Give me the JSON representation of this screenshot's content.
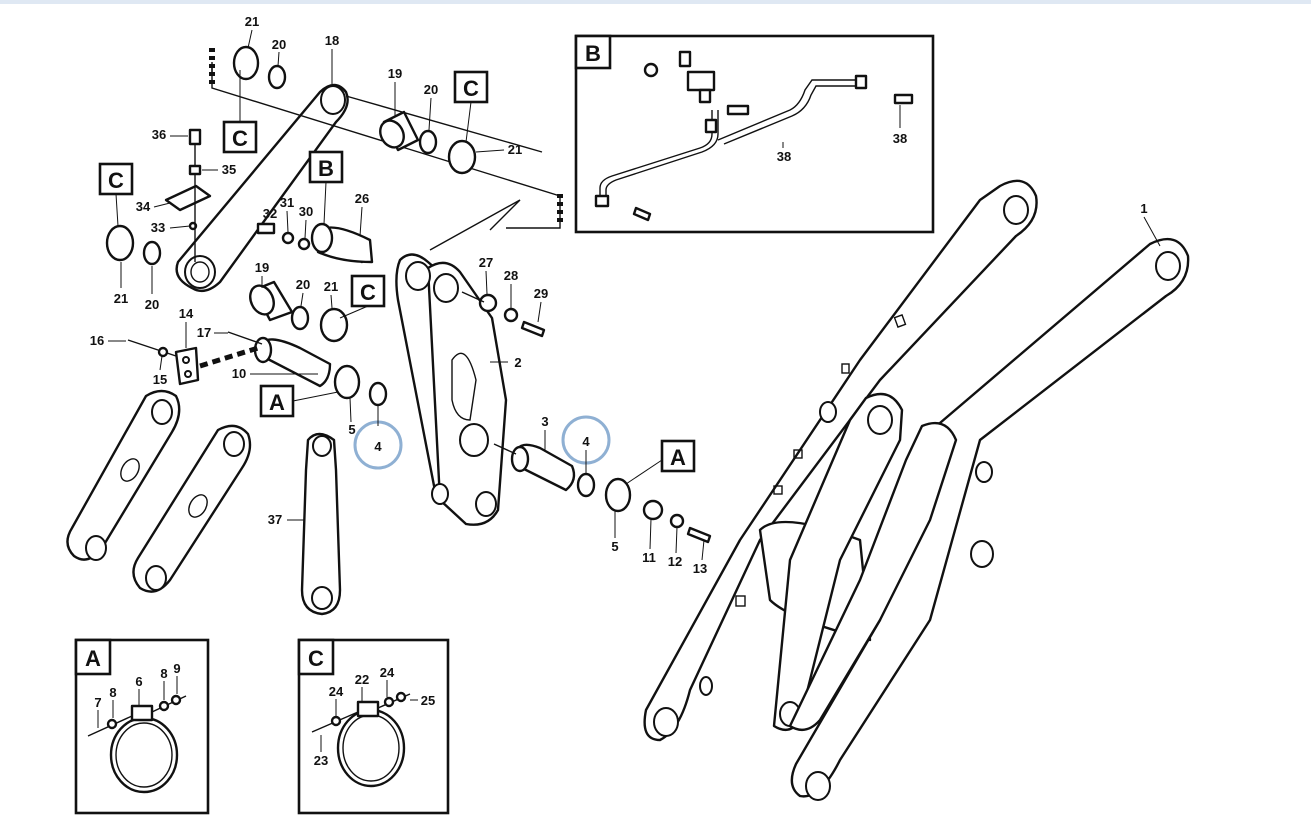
{
  "colors": {
    "line": "#111111",
    "background": "#ffffff",
    "highlight": "#8fb0d3",
    "topbar": "#dfe8f3"
  },
  "detail_labels": {
    "a": "A",
    "b": "B",
    "c": "C"
  },
  "callouts": [
    {
      "id": "c21a",
      "text": "21"
    },
    {
      "id": "c20a",
      "text": "20"
    },
    {
      "id": "c18",
      "text": "18"
    },
    {
      "id": "c19a",
      "text": "19"
    },
    {
      "id": "c20b",
      "text": "20"
    },
    {
      "id": "c21b",
      "text": "21"
    },
    {
      "id": "c36",
      "text": "36"
    },
    {
      "id": "c35",
      "text": "35"
    },
    {
      "id": "c34",
      "text": "34"
    },
    {
      "id": "c33",
      "text": "33"
    },
    {
      "id": "c21c",
      "text": "21"
    },
    {
      "id": "c20c",
      "text": "20"
    },
    {
      "id": "c32",
      "text": "32"
    },
    {
      "id": "c31",
      "text": "31"
    },
    {
      "id": "c30",
      "text": "30"
    },
    {
      "id": "c26",
      "text": "26"
    },
    {
      "id": "c19b",
      "text": "19"
    },
    {
      "id": "c20d",
      "text": "20"
    },
    {
      "id": "c21d",
      "text": "21"
    },
    {
      "id": "c27",
      "text": "27"
    },
    {
      "id": "c28",
      "text": "28"
    },
    {
      "id": "c29",
      "text": "29"
    },
    {
      "id": "c2",
      "text": "2"
    },
    {
      "id": "c14",
      "text": "14"
    },
    {
      "id": "c16",
      "text": "16"
    },
    {
      "id": "c17",
      "text": "17"
    },
    {
      "id": "c15",
      "text": "15"
    },
    {
      "id": "c10",
      "text": "10"
    },
    {
      "id": "c5a",
      "text": "5"
    },
    {
      "id": "c4a",
      "text": "4"
    },
    {
      "id": "c3",
      "text": "3"
    },
    {
      "id": "c4b",
      "text": "4"
    },
    {
      "id": "c5b",
      "text": "5"
    },
    {
      "id": "c11",
      "text": "11"
    },
    {
      "id": "c12",
      "text": "12"
    },
    {
      "id": "c13",
      "text": "13"
    },
    {
      "id": "c37",
      "text": "37"
    },
    {
      "id": "c1",
      "text": "1"
    },
    {
      "id": "c38",
      "text": "38"
    },
    {
      "id": "c38b",
      "text": "38"
    },
    {
      "id": "ca7",
      "text": "7"
    },
    {
      "id": "ca8a",
      "text": "8"
    },
    {
      "id": "ca6",
      "text": "6"
    },
    {
      "id": "ca8b",
      "text": "8"
    },
    {
      "id": "ca9",
      "text": "9"
    },
    {
      "id": "cc24a",
      "text": "24"
    },
    {
      "id": "cc22",
      "text": "22"
    },
    {
      "id": "cc24b",
      "text": "24"
    },
    {
      "id": "cc25",
      "text": "25"
    },
    {
      "id": "cc23",
      "text": "23"
    }
  ]
}
